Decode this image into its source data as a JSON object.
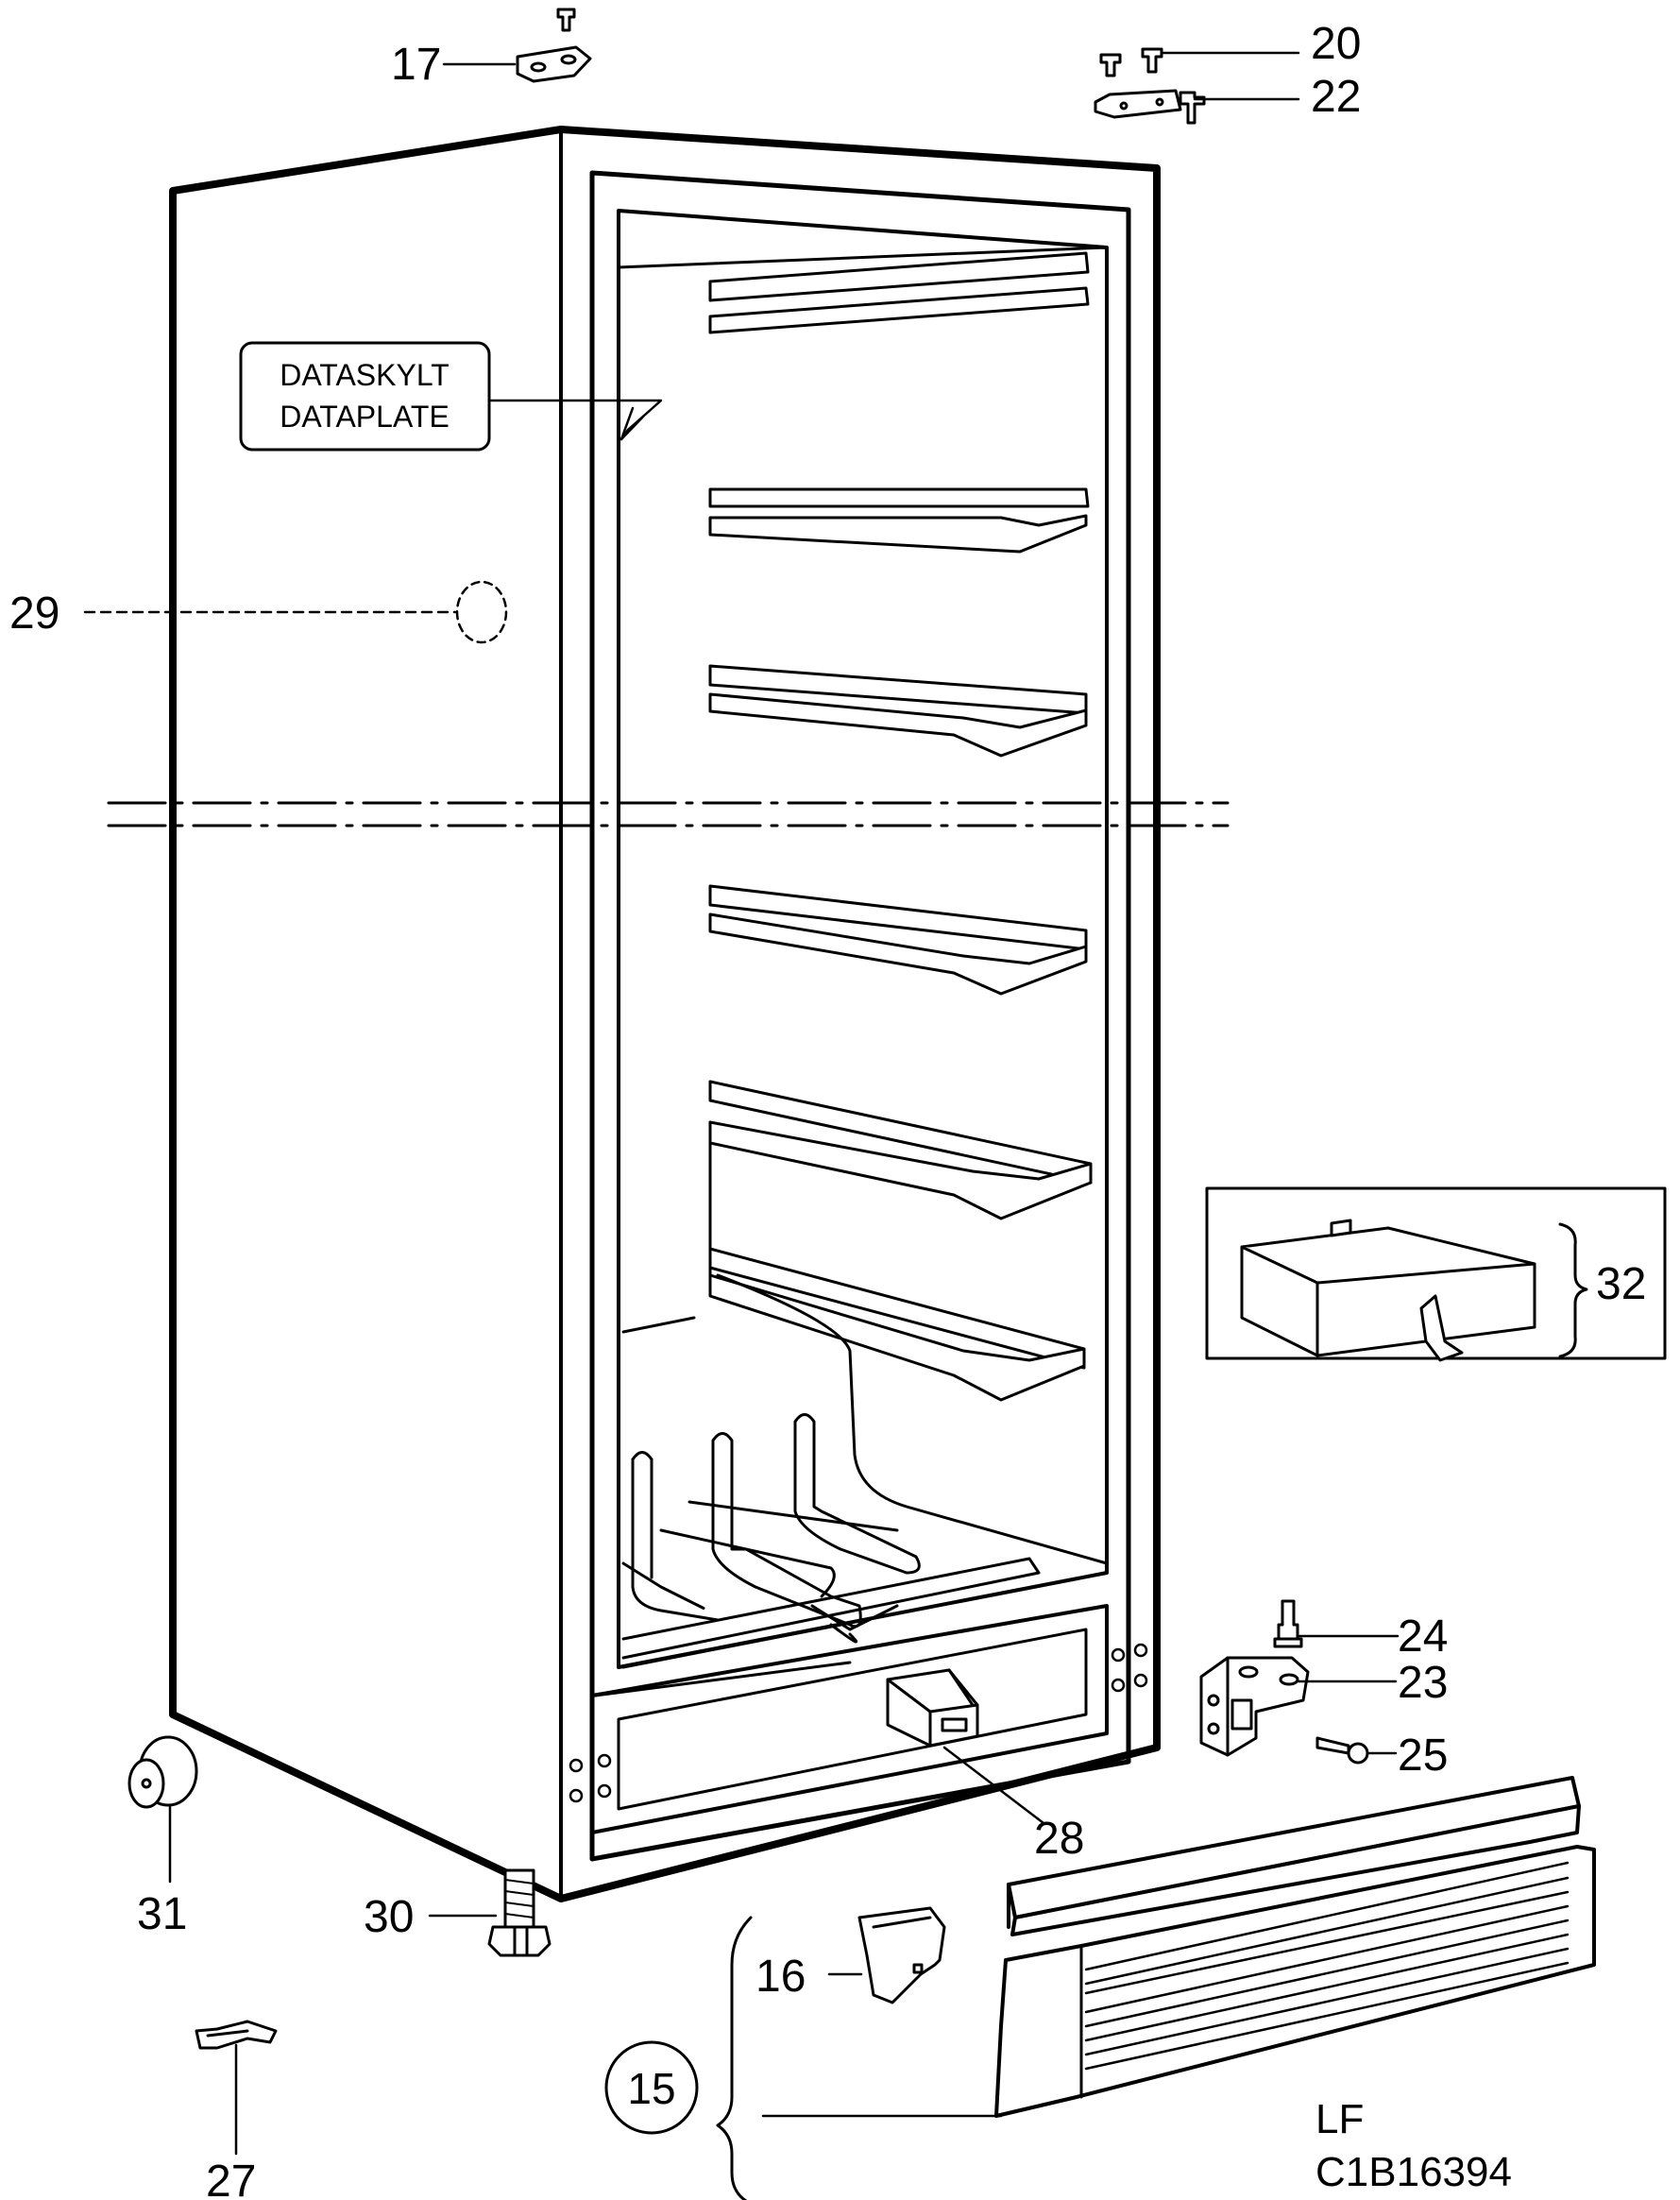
{
  "plate": {
    "line1": "DATASKYLT",
    "line2": "DATAPLATE"
  },
  "callouts": [
    {
      "id": "c17",
      "text": "17"
    },
    {
      "id": "c20",
      "text": "20"
    },
    {
      "id": "c22",
      "text": "22"
    },
    {
      "id": "c29",
      "text": "29"
    },
    {
      "id": "c32",
      "text": "32"
    },
    {
      "id": "c24",
      "text": "24"
    },
    {
      "id": "c23",
      "text": "23"
    },
    {
      "id": "c25",
      "text": "25"
    },
    {
      "id": "c28",
      "text": "28"
    },
    {
      "id": "c31",
      "text": "31"
    },
    {
      "id": "c30",
      "text": "30"
    },
    {
      "id": "c16",
      "text": "16"
    },
    {
      "id": "c15",
      "text": "15"
    },
    {
      "id": "c27",
      "text": "27"
    }
  ],
  "footer": {
    "line1": "LF",
    "line2": "C1B16394"
  }
}
